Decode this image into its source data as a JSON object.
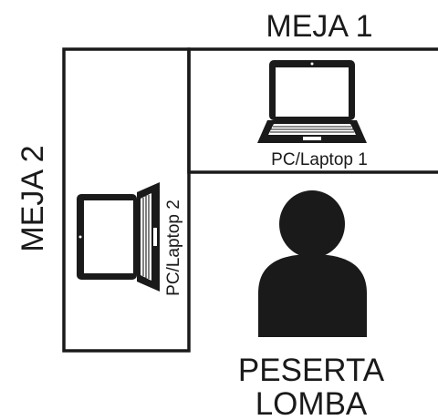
{
  "desk1": {
    "label": "MEJA 1",
    "device_label": "PC/Laptop 1"
  },
  "desk2": {
    "label": "MEJA 2",
    "device_label": "PC/Laptop 2"
  },
  "participant": {
    "line1": "PESERTA",
    "line2": "LOMBA"
  },
  "icons": {
    "laptop": "laptop-icon",
    "person": "person-icon"
  },
  "colors": {
    "stroke": "#1a1a1a",
    "background": "#ffffff"
  }
}
